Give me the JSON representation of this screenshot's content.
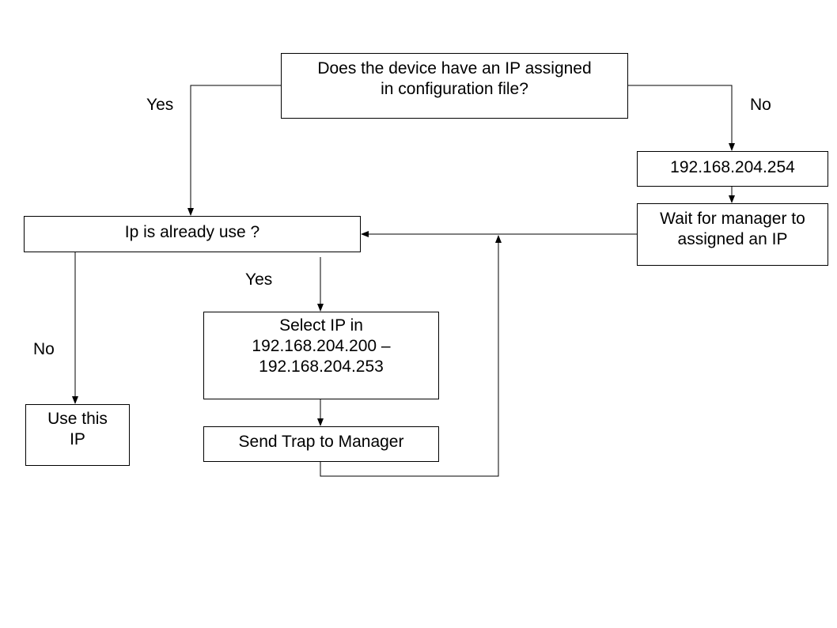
{
  "nodes": {
    "question_config": {
      "lines": [
        "Does the device have an IP assigned",
        "in configuration file?"
      ]
    },
    "default_ip": {
      "lines": [
        "192.168.204.254"
      ]
    },
    "wait_manager": {
      "lines": [
        "Wait for manager to",
        "assigned an IP"
      ]
    },
    "ip_in_use": {
      "lines": [
        "Ip is already use ?"
      ]
    },
    "select_ip": {
      "lines": [
        "Select IP in",
        "192.168.204.200 –",
        "192.168.204.253"
      ]
    },
    "send_trap": {
      "lines": [
        "Send Trap to Manager"
      ]
    },
    "use_ip": {
      "lines": [
        "Use this",
        "IP"
      ]
    }
  },
  "edge_labels": {
    "config_yes": "Yes",
    "config_no": "No",
    "inuse_yes": "Yes",
    "inuse_no": "No"
  },
  "colors": {
    "stroke": "#000000",
    "background": "#ffffff"
  }
}
